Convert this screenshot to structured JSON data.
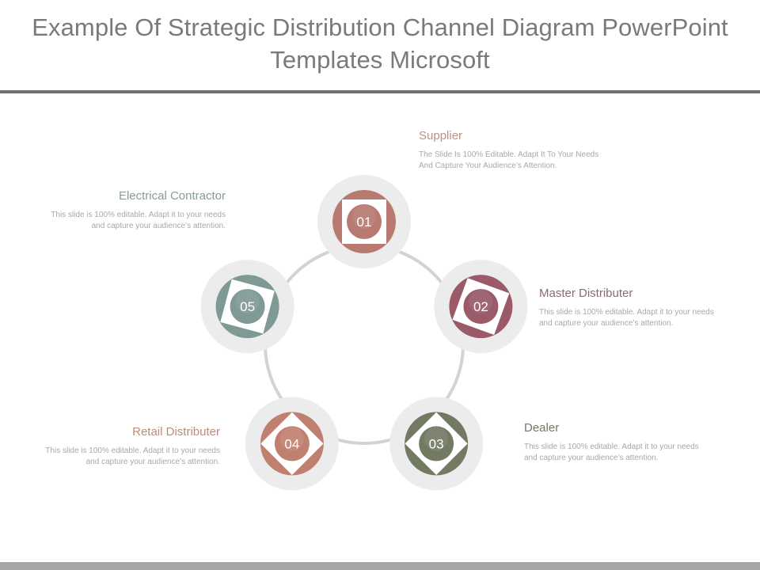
{
  "title": {
    "line1": "Example Of Strategic Distribution Channel Diagram PowerPoint",
    "line2": "Templates Microsoft"
  },
  "nodes": [
    {
      "number": "01",
      "heading": "Supplier",
      "text": "The Slide Is 100% Editable. Adapt It To Your Needs And Capture Your Audience’s Attention.",
      "color": "#b87a70",
      "heading_color": "#c09080"
    },
    {
      "number": "02",
      "heading": "Master  Distributer",
      "text": "This slide is 100% editable. Adapt it to your needs and capture your audience’s attention.",
      "color": "#9a5a68",
      "heading_color": "#8a6a72"
    },
    {
      "number": "03",
      "heading": "Dealer",
      "text": "This slide is 100% editable. Adapt it to your needs and capture your audience’s attention.",
      "color": "#737a64",
      "heading_color": "#7b7560"
    },
    {
      "number": "04",
      "heading": "Retail Distributer",
      "text": "This slide is 100% editable. Adapt it to your needs and capture your audience’s attention.",
      "color": "#c08070",
      "heading_color": "#c08a78"
    },
    {
      "number": "05",
      "heading": "Electrical  Contractor",
      "text": "This slide is 100% editable. Adapt it to your needs and capture your audience’s attention.",
      "color": "#7f9a94",
      "heading_color": "#8a9a9a"
    }
  ]
}
